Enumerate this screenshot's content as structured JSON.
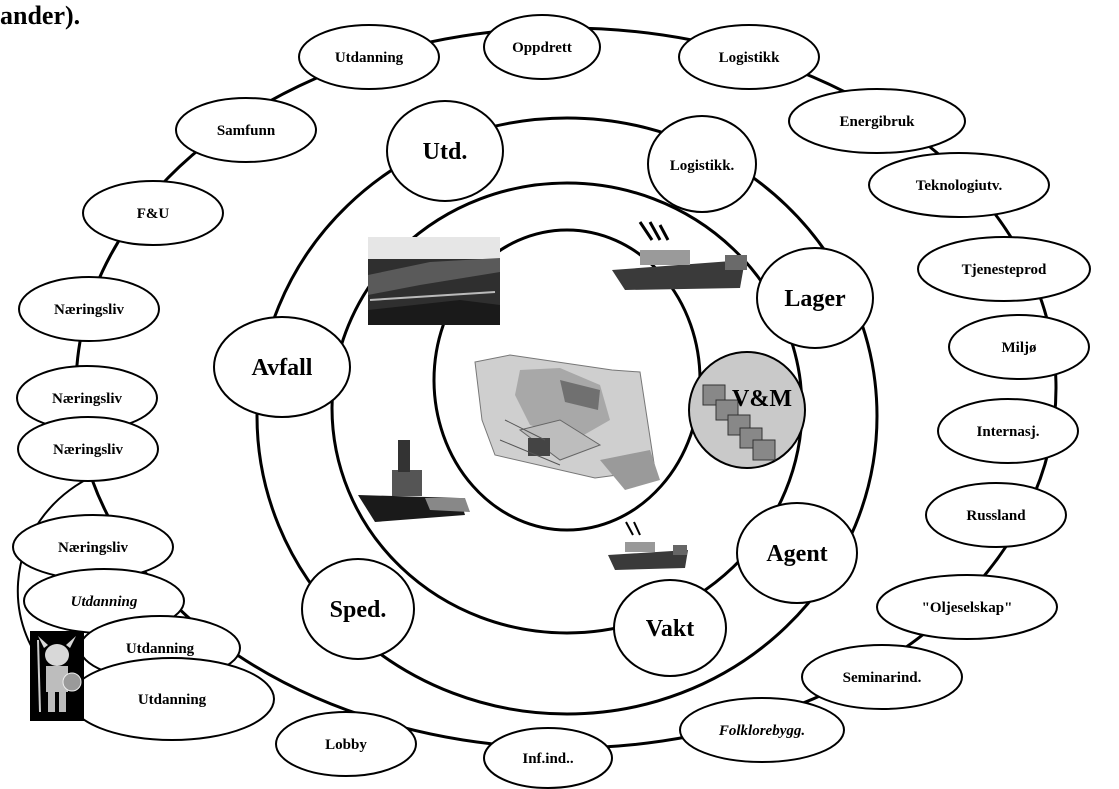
{
  "heading_fragment": "ander).",
  "center": {
    "vm_label": "V&M"
  },
  "middle_ring": {
    "labels": {
      "utd": "Utd.",
      "logistikk": "Logistikk.",
      "lager": "Lager",
      "avfall": "Avfall",
      "agent": "Agent",
      "vakt": "Vakt",
      "sped": "Sped."
    }
  },
  "outer_ring": {
    "labels": {
      "utdanning_top": "Utdanning",
      "oppdrett": "Oppdrett",
      "logistikk": "Logistikk",
      "energibruk": "Energibruk",
      "samfunn": "Samfunn",
      "teknologiutv": "Teknologiutv.",
      "fu": "F&U",
      "tjenesteprod": "Tjenesteprod",
      "naeringsliv_1": "Næringsliv",
      "miljo": "Miljø",
      "naeringsliv_2": "Næringsliv",
      "internasj": "Internasj.",
      "naeringsliv_3": "Næringsliv",
      "russland": "Russland",
      "naeringsliv_4": "Næringsliv",
      "utdanning_1": "Utdanning",
      "oljeselskap": "\"Oljeselskap\"",
      "utdanning_2": "Utdanning",
      "utdanning_3": "Utdanning",
      "seminarind": "Seminarind.",
      "folklorebygg": "Folklorebygg.",
      "lobby": "Lobby",
      "infind": "Inf.ind.."
    }
  }
}
